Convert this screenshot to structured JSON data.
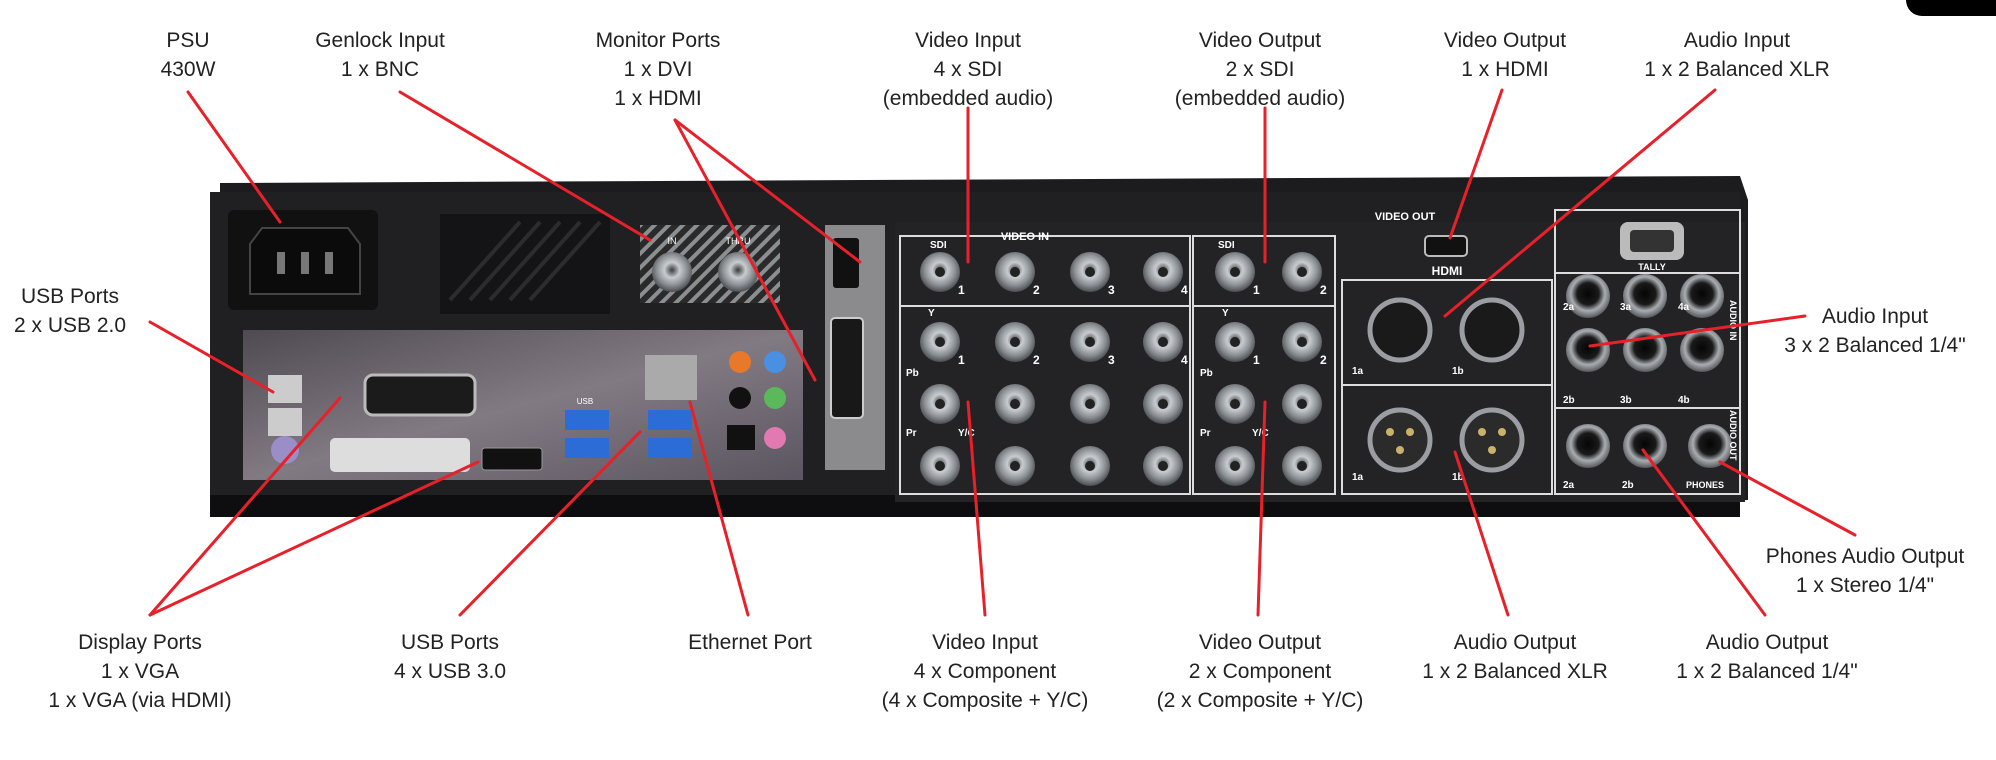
{
  "callouts": {
    "psu": [
      "PSU",
      "430W"
    ],
    "genlock": [
      "Genlock Input",
      "1 x BNC"
    ],
    "monitor": [
      "Monitor Ports",
      "1 x DVI",
      "1 x HDMI"
    ],
    "video_in_sdi": [
      "Video Input",
      "4 x SDI",
      "(embedded  audio)"
    ],
    "video_out_sdi": [
      "Video Output",
      "2 x SDI",
      "(embedded audio)"
    ],
    "video_out_hdmi": [
      "Video Output",
      "1 x HDMI"
    ],
    "audio_in_xlr": [
      "Audio Input",
      "1 x 2 Balanced XLR"
    ],
    "usb2": [
      "USB Ports",
      "2 x USB 2.0"
    ],
    "audio_in_quarter": [
      "Audio Input",
      "3 x 2 Balanced 1/4\""
    ],
    "phones": [
      "Phones Audio Output",
      "1 x Stereo 1/4\""
    ],
    "display": [
      "Display Ports",
      "1 x VGA",
      "1 x VGA (via HDMI)"
    ],
    "usb3": [
      "USB Ports",
      "4 x USB 3.0"
    ],
    "ethernet": [
      "Ethernet Port"
    ],
    "video_in_comp": [
      "Video Input",
      "4 x Component",
      "(4 x Composite + Y/C)"
    ],
    "video_out_comp": [
      "Video Output",
      "2 x Component",
      "(2 x Composite + Y/C)"
    ],
    "audio_out_xlr": [
      "Audio Output",
      "1 x 2 Balanced XLR"
    ],
    "audio_out_quarter": [
      "Audio Output",
      "1 x 2 Balanced 1/4\""
    ]
  },
  "panel_text": {
    "video_in_group": "VIDEO IN",
    "video_out_group": "VIDEO OUT",
    "sdi_in": "SDI",
    "sdi_out": "SDI",
    "y_in": "Y",
    "pb_in": "Pb",
    "pr_in": "Pr",
    "yc_in": "Y/C",
    "y_out": "Y",
    "pb_out": "Pb",
    "pr_out": "Pr",
    "yc_out": "Y/C",
    "n1": "1",
    "n2": "2",
    "n3": "3",
    "n4": "4",
    "hdmi": "HDMI",
    "tally": "TALLY",
    "audio_in": "AUDIO IN",
    "audio_out": "AUDIO OUT",
    "phones": "PHONES",
    "a1a": "1a",
    "a1b": "1b",
    "a2a": "2a",
    "a2b": "2b",
    "a3a": "3a",
    "a3b": "3b",
    "a4a": "4a",
    "a4b": "4b",
    "genlock_in": "IN",
    "genlock_thru": "THRU",
    "usb": "USB"
  },
  "colors": {
    "leader": "#e8202a",
    "chassis": "#1d1d1f",
    "panel": "#2a2a2d",
    "connector": "#9ea3a8",
    "io_shield": "#6e6870"
  }
}
